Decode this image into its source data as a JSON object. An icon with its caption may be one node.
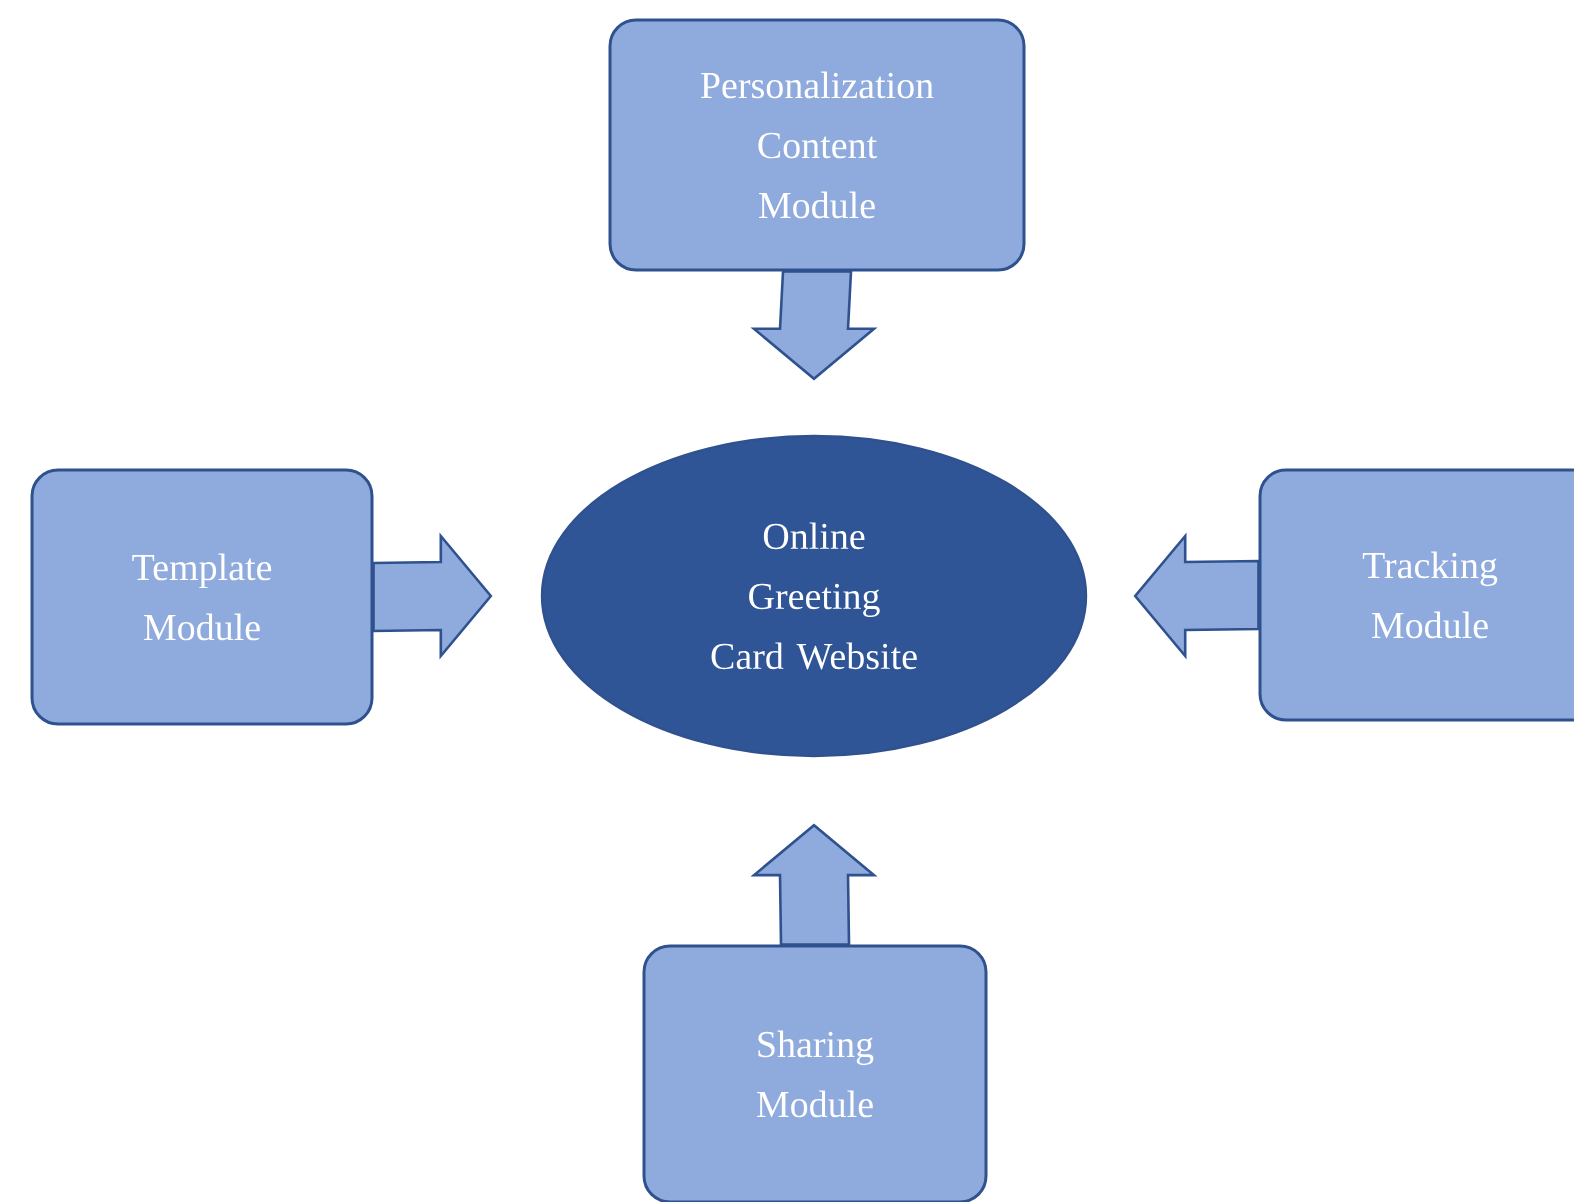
{
  "diagram": {
    "nodes": [
      {
        "text": [
          "Personalization Content Module"
        ]
      },
      {
        "text": [
          "Template Module"
        ]
      },
      {
        "text": [
          "Online Greeting Card Website"
        ]
      },
      {
        "text": [
          "Tracking Module"
        ]
      },
      {
        "text": [
          "Sharing Module"
        ]
      }
    ],
    "edges": [
      {
        "from": 0,
        "to": 2,
        "arrow": "to"
      },
      {
        "from": 1,
        "to": 2,
        "arrow": "to"
      },
      {
        "from": 3,
        "to": 2,
        "arrow": "to"
      },
      {
        "from": 4,
        "to": 2,
        "arrow": "to"
      }
    ]
  }
}
